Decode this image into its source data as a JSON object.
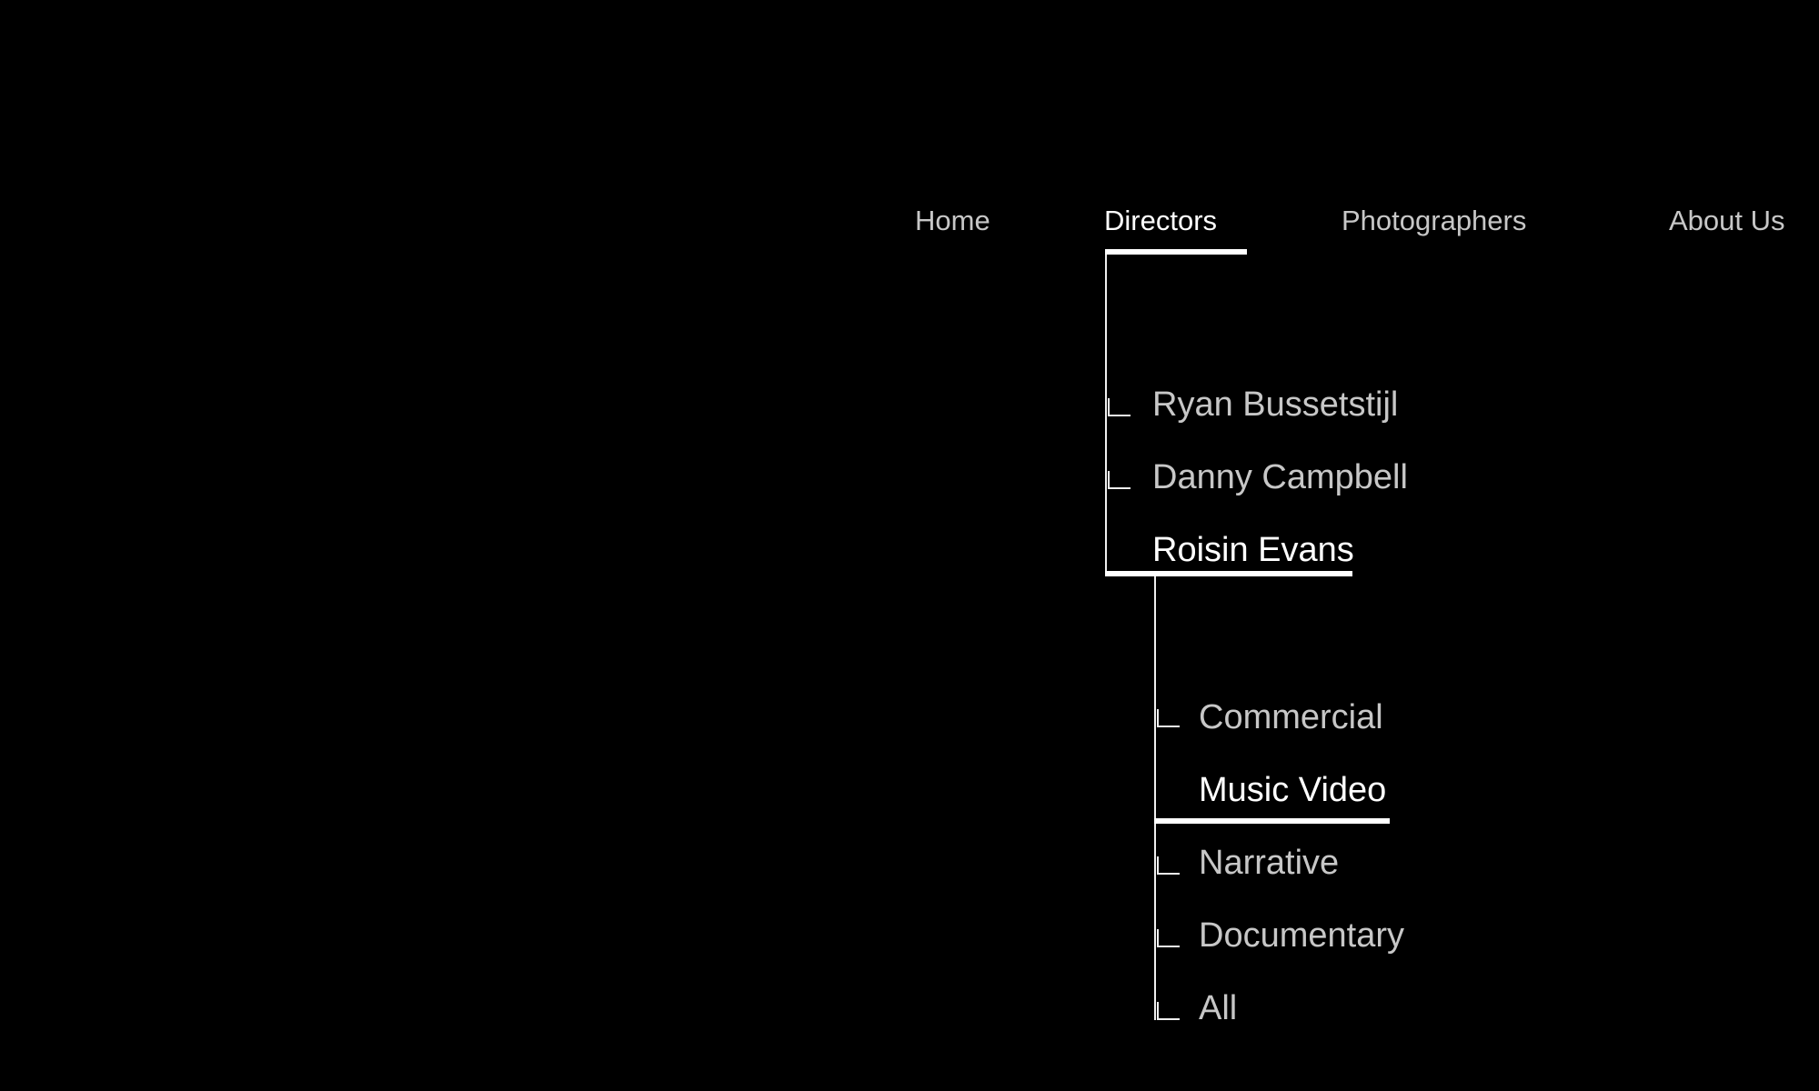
{
  "nav": {
    "items": [
      {
        "label": "Home",
        "active": false
      },
      {
        "label": "Directors",
        "active": true
      },
      {
        "label": "Photographers",
        "active": false
      },
      {
        "label": "About Us",
        "active": false
      }
    ]
  },
  "directors_menu": {
    "parent": "Directors",
    "items": [
      {
        "label": "Ryan Bussetstijl",
        "active": false
      },
      {
        "label": "Danny Campbell",
        "active": false
      },
      {
        "label": "Roisin Evans",
        "active": true
      }
    ]
  },
  "categories_menu": {
    "parent": "Roisin Evans",
    "items": [
      {
        "label": "Commercial",
        "active": false
      },
      {
        "label": "Music Video",
        "active": true
      },
      {
        "label": "Narrative",
        "active": false
      },
      {
        "label": "Documentary",
        "active": false
      },
      {
        "label": "All",
        "active": false
      }
    ]
  },
  "colors": {
    "background": "#000000",
    "text_inactive": "#c7c7c7",
    "text_active": "#ffffff",
    "connector_line": "#efefef",
    "active_underline": "#ffffff"
  }
}
